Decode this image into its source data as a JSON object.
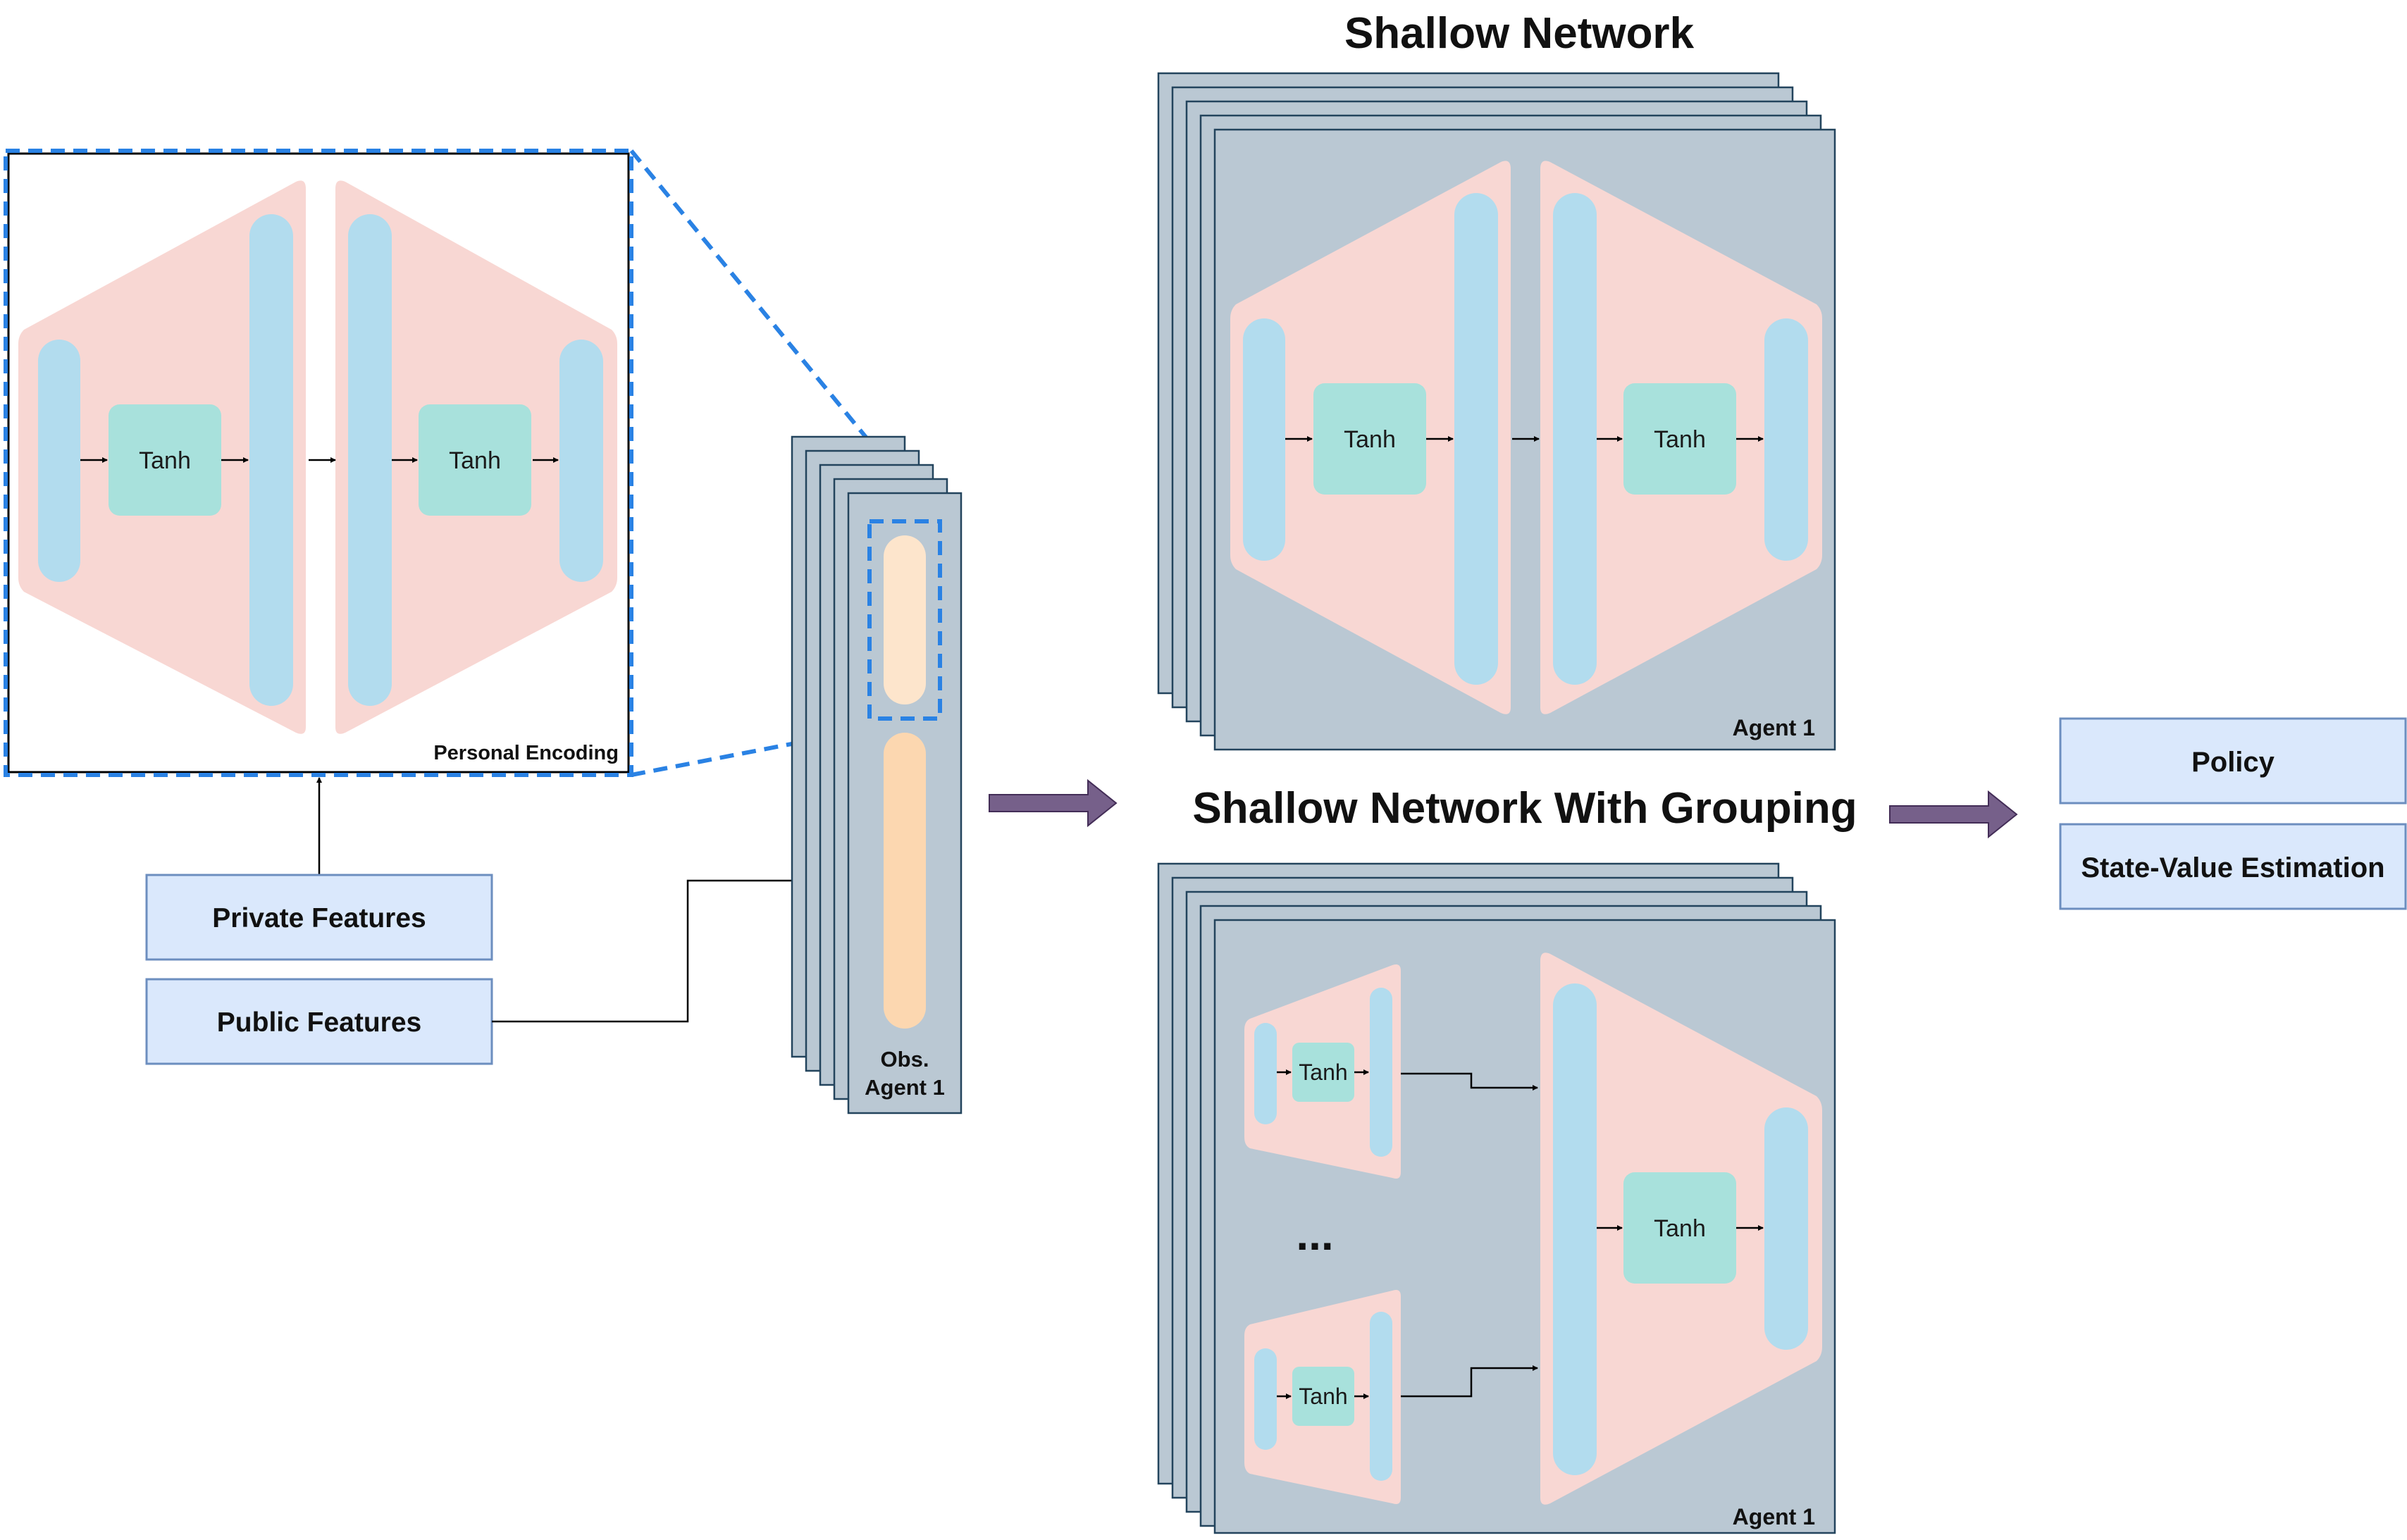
{
  "colors": {
    "trapezoid": "#f8d7d3",
    "layer": "#b2dcee",
    "tanh_box": "#a8e1dc",
    "panel": "#bac8d3",
    "panel_border": "#23445d",
    "feature_box": "#dae8fc",
    "feature_border": "#6c8ebf",
    "orange_obs": "#fcd7b0",
    "orange_obs_light": "#fde5cc",
    "dashed_blue": "#2a82e4",
    "big_arrow": "#76608a"
  },
  "personal_encoding": {
    "caption": "Personal Encoding",
    "tanh_1": "Tanh",
    "tanh_2": "Tanh"
  },
  "features": {
    "private": "Private Features",
    "public": "Public Features"
  },
  "observation": {
    "line1": "Obs.",
    "line2": "Agent 1"
  },
  "shallow_network": {
    "title": "Shallow Network",
    "tanh_1": "Tanh",
    "tanh_2": "Tanh",
    "agent_label": "Agent 1"
  },
  "grouping_network": {
    "title": "Shallow Network With Grouping",
    "group_tanh_1": "Tanh",
    "group_tanh_2": "Tanh",
    "ellipsis": "...",
    "main_tanh": "Tanh",
    "agent_label": "Agent 1"
  },
  "outputs": {
    "policy": "Policy",
    "value": "State-Value Estimation"
  }
}
